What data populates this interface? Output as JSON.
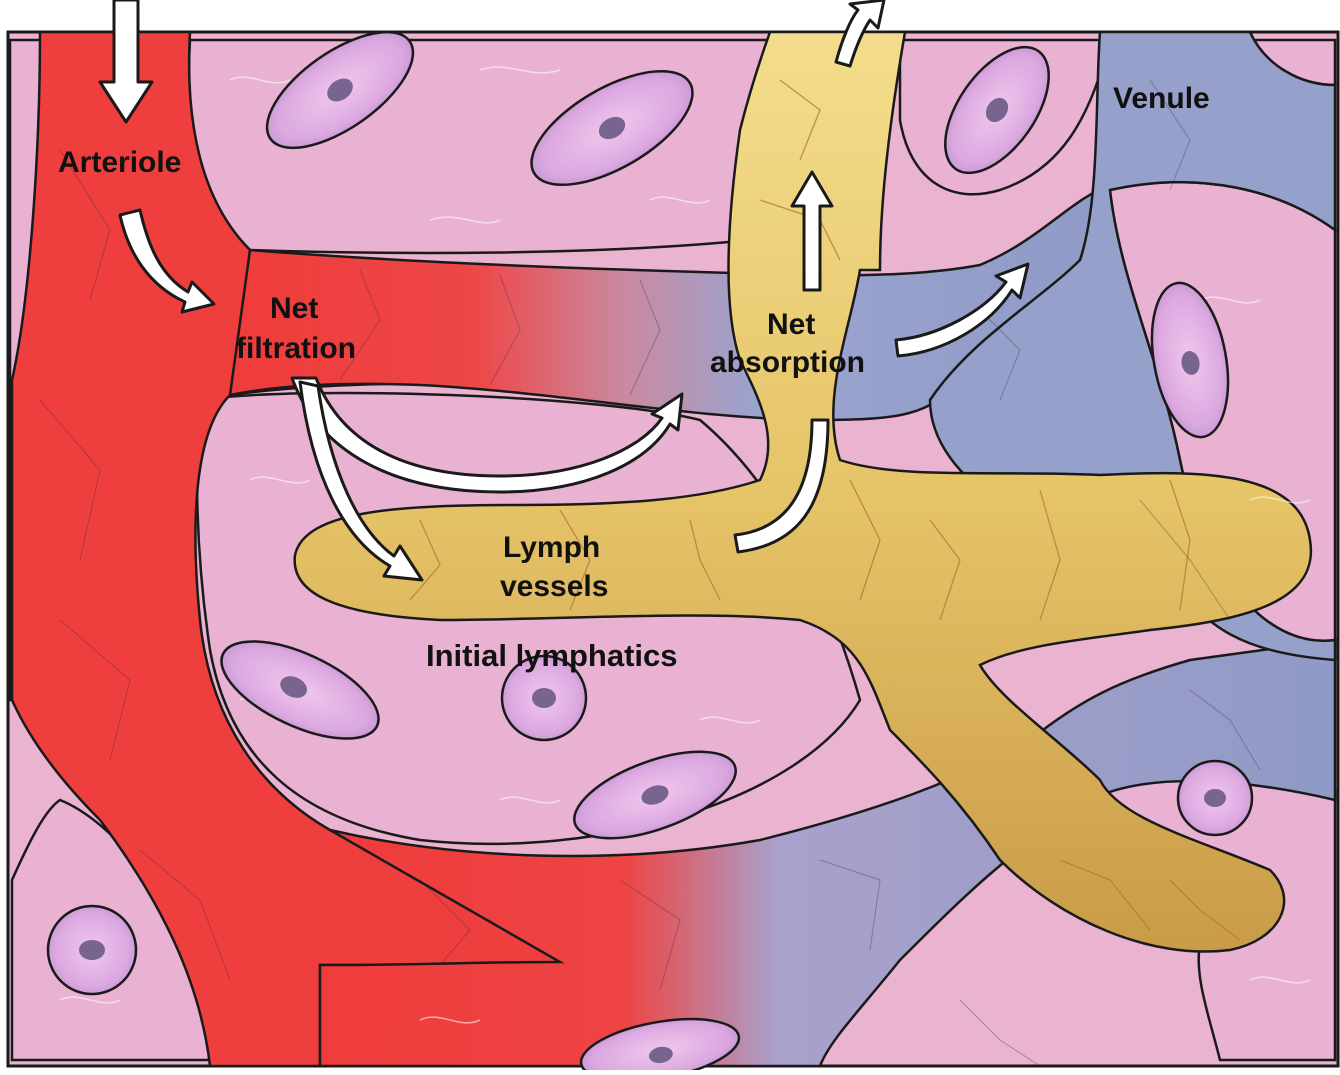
{
  "labels": {
    "arteriole": "Arteriole",
    "venule": "Venule",
    "net_filtration_1": "Net",
    "net_filtration_2": "filtration",
    "net_absorption_1": "Net",
    "net_absorption_2": "absorption",
    "lymph_vessels_1": "Lymph",
    "lymph_vessels_2": "vessels",
    "initial_lymphatics": "Initial lymphatics"
  },
  "colors": {
    "tissue": "#eab3cf",
    "tissue_light": "#f3cadd",
    "cell": "#d9a6df",
    "nucleus": "#77648f",
    "arteriole": "#ef3b3b",
    "venule": "#98a3cc",
    "lymph": "#e3c064",
    "outline": "#1a1a1a",
    "arrow_fill": "#ffffff"
  },
  "icons": [
    "flow-arrow-icon"
  ]
}
